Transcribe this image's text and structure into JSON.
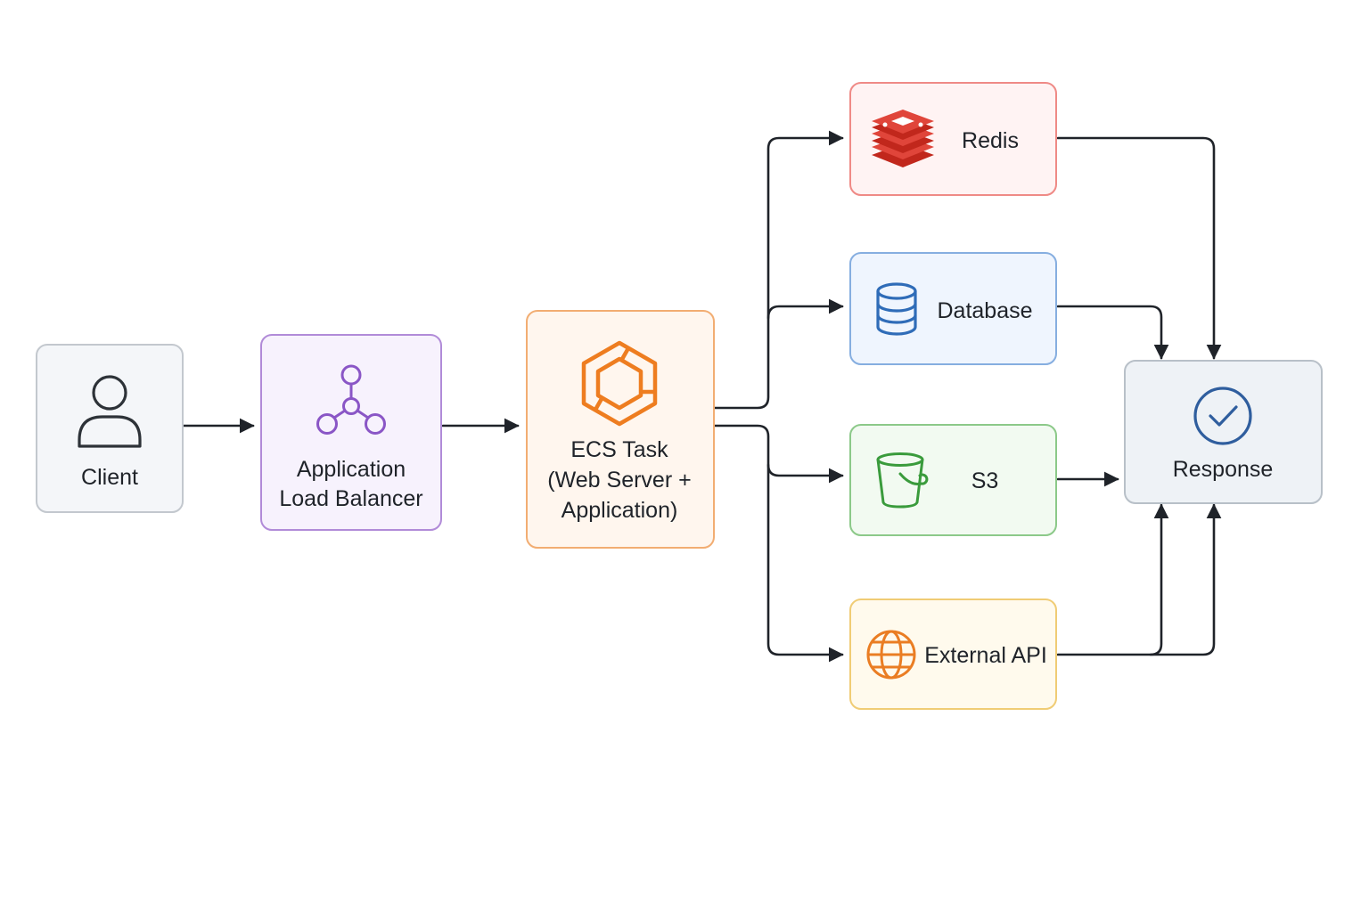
{
  "nodes": {
    "client": {
      "label": "Client",
      "icon": "user-icon"
    },
    "alb": {
      "label_lines": [
        "Application",
        "Load Balancer"
      ],
      "icon": "load-balancer-icon"
    },
    "ecs": {
      "label_lines": [
        "ECS Task",
        "(Web Server +",
        "Application)"
      ],
      "icon": "ecs-icon"
    },
    "redis": {
      "label": "Redis",
      "icon": "redis-icon"
    },
    "database": {
      "label": "Database",
      "icon": "database-icon"
    },
    "s3": {
      "label": "S3",
      "icon": "bucket-icon"
    },
    "external_api": {
      "label": "External API",
      "icon": "globe-icon"
    },
    "response": {
      "label": "Response",
      "icon": "check-circle-icon"
    }
  },
  "edges": [
    {
      "from": "client",
      "to": "alb"
    },
    {
      "from": "alb",
      "to": "ecs"
    },
    {
      "from": "ecs",
      "to": "redis"
    },
    {
      "from": "ecs",
      "to": "database"
    },
    {
      "from": "ecs",
      "to": "s3"
    },
    {
      "from": "ecs",
      "to": "external_api"
    },
    {
      "from": "redis",
      "to": "response"
    },
    {
      "from": "database",
      "to": "response"
    },
    {
      "from": "s3",
      "to": "response"
    },
    {
      "from": "external_api",
      "to": "response"
    }
  ],
  "colors": {
    "client": {
      "fill": "#f4f6f9",
      "stroke": "#c3c8ce",
      "icon": "#2d3238"
    },
    "alb": {
      "fill": "#f7f2fd",
      "stroke": "#b18bd8",
      "icon": "#8a56c6"
    },
    "ecs": {
      "fill": "#fff6ee",
      "stroke": "#f2ad72",
      "icon": "#ee7d20"
    },
    "redis": {
      "fill": "#fff3f3",
      "stroke": "#ef8a86",
      "icon": "#d9382c"
    },
    "database": {
      "fill": "#eff5fe",
      "stroke": "#86aee0",
      "icon": "#2f6cb8"
    },
    "s3": {
      "fill": "#f2faf1",
      "stroke": "#8cc989",
      "icon": "#3a9b3c"
    },
    "external_api": {
      "fill": "#fffaed",
      "stroke": "#f0cc75",
      "icon": "#ea7d23"
    },
    "response": {
      "fill": "#eef2f6",
      "stroke": "#b8c0c8",
      "icon": "#2f5e9e"
    },
    "edge": "#1f2329"
  }
}
